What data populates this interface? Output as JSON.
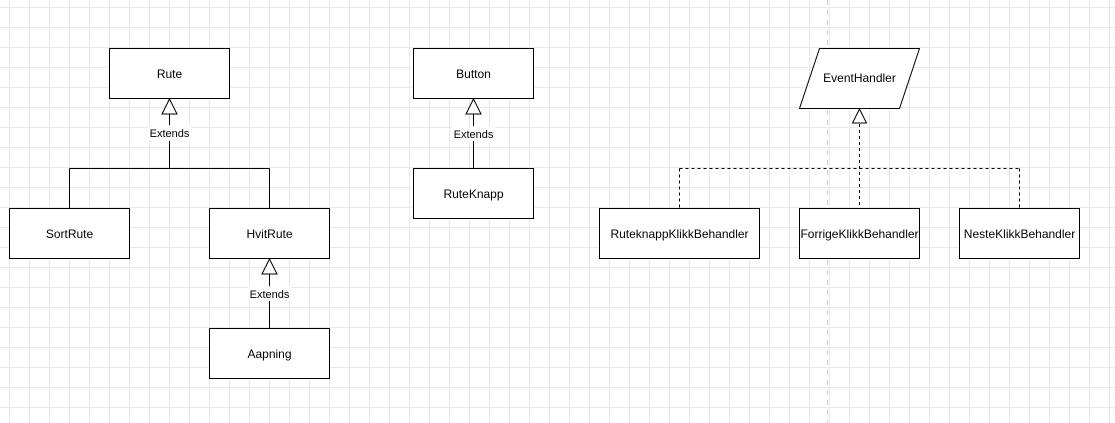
{
  "diagram": {
    "classes": {
      "rute": "Rute",
      "sort_rute": "SortRute",
      "hvit_rute": "HvitRute",
      "aapning": "Aapning",
      "button": "Button",
      "rute_knapp": "RuteKnapp",
      "event_handler": "EventHandler",
      "ruteknapp_klikk_behandler": "RuteknappKlikkBehandler",
      "forrige_klikk_behandler": "ForrigeKlikkBehandler",
      "neste_klikk_behandler": "NesteKlikkBehandler"
    },
    "edge_labels": {
      "rute_extends": "Extends",
      "hvit_rute_extends": "Extends",
      "button_extends": "Extends"
    },
    "colors": {
      "stroke": "#000000",
      "fill": "#ffffff",
      "grid": "#e8e8e8"
    }
  }
}
